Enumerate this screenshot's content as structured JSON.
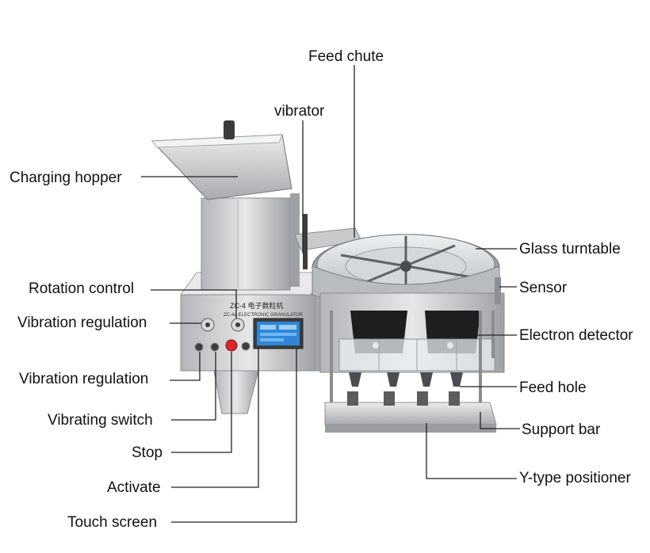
{
  "labels": {
    "feed_chute": "Feed chute",
    "vibrator": "vibrator",
    "charging_hopper": "Charging hopper",
    "glass_turntable": "Glass turntable",
    "sensor": "Sensor",
    "rotation_control": "Rotation control",
    "vibration_regulation_1": "Vibration regulation",
    "electron_detector": "Electron detector",
    "vibration_regulation_2": "Vibration regulation",
    "feed_hole": "Feed hole",
    "vibrating_switch": "Vibrating switch",
    "support_bar": "Support bar",
    "stop": "Stop",
    "y_type_positioner": "Y-type positioner",
    "activate": "Activate",
    "touch_screen": "Touch screen"
  },
  "machine": {
    "panel_title": "ZC-4 电子数粒机",
    "panel_subtitle": "ZC-4A ELECTRONIC GRANULATOR"
  },
  "colors": {
    "steel_light": "#d9dadc",
    "steel_mid": "#b6b8bb",
    "steel_dark": "#7d8084",
    "screen_blue": "#2f86d6",
    "stop_red": "#d8262b",
    "line": "#222222"
  }
}
